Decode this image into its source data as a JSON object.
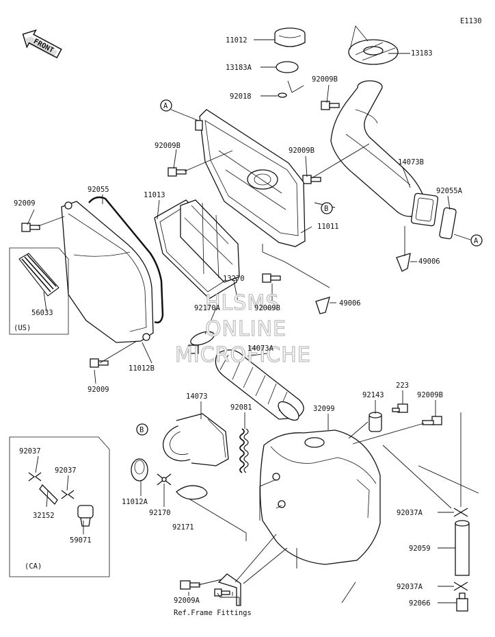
{
  "diagram_code": "E1130",
  "front_label": "FRONT",
  "ref_frame_label": "Ref.Frame Fittings",
  "watermark": {
    "line1": "HLSMS",
    "line2": "ONLINE",
    "line3": "MICROFICHE"
  },
  "regions": {
    "us": "(US)",
    "ca": "(CA)"
  },
  "markers": {
    "a": "A",
    "b": "B"
  },
  "labels": {
    "p11012": "11012",
    "p13183a": "13183A",
    "p92018": "92018",
    "p13183": "13183",
    "p92009b_1": "92009B",
    "p92009b_2": "92009B",
    "p92009b_3": "92009B",
    "p92009b_4": "92009B",
    "p92009b_5": "92009B",
    "p14073b": "14073B",
    "p92055a": "92055A",
    "p92055": "92055",
    "p11013": "11013",
    "p11011": "11011",
    "p92009_1": "92009",
    "p92009_2": "92009",
    "p49006_1": "49006",
    "p49006_2": "49006",
    "p13270": "13270",
    "p92170a": "92170A",
    "p56033": "56033",
    "p11012b": "11012B",
    "p14073a": "14073A",
    "p14073": "14073",
    "p92081": "92081",
    "p32099": "32099",
    "p92143": "92143",
    "p223": "223",
    "p92037_1": "92037",
    "p92037_2": "92037",
    "p32152": "32152",
    "p59071": "59071",
    "p11012a": "11012A",
    "p92170": "92170",
    "p92171": "92171",
    "p92037a_1": "92037A",
    "p92037a_2": "92037A",
    "p92059": "92059",
    "p92066": "92066",
    "p92009a": "92009A"
  }
}
